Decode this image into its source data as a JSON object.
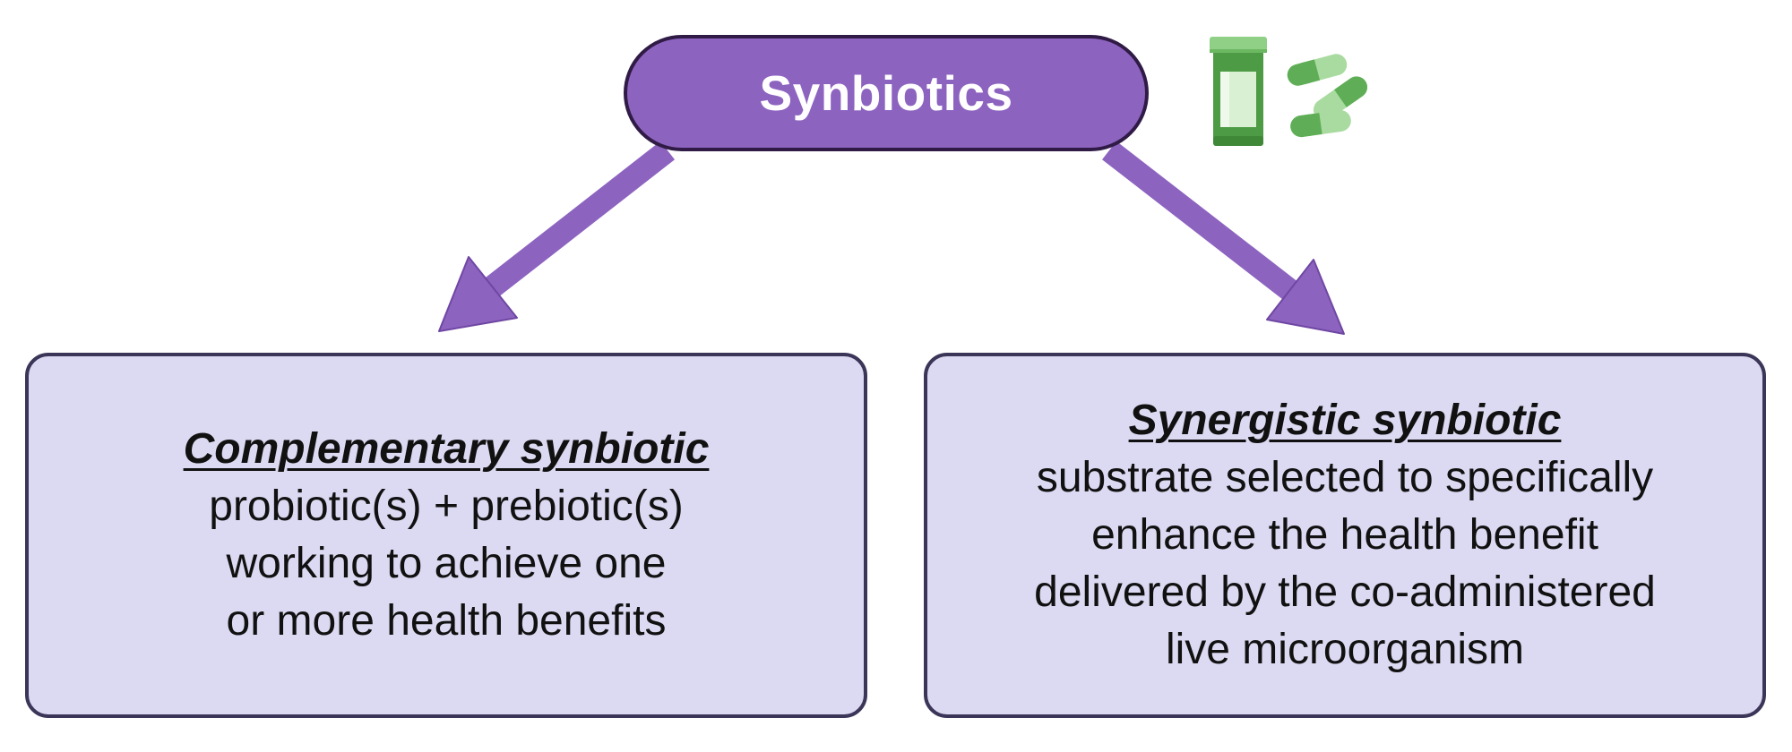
{
  "title": "Synbiotics",
  "colors": {
    "accent": "#8d63c0",
    "accent_border": "#2f1b45",
    "box_fill": "#dcdaf2",
    "box_border": "#3b3558",
    "icon_green": "#5fae57"
  },
  "icons": [
    "pill-bottle-icon",
    "capsules-icon"
  ],
  "left_box": {
    "heading": "Complementary synbiotic",
    "lines": [
      "probiotic(s) + prebiotic(s)",
      "working to achieve one",
      "or more health benefits"
    ]
  },
  "right_box": {
    "heading": "Synergistic synbiotic",
    "lines": [
      "substrate selected to specifically",
      "enhance the health benefit",
      "delivered by the co-administered",
      "live microorganism"
    ]
  }
}
